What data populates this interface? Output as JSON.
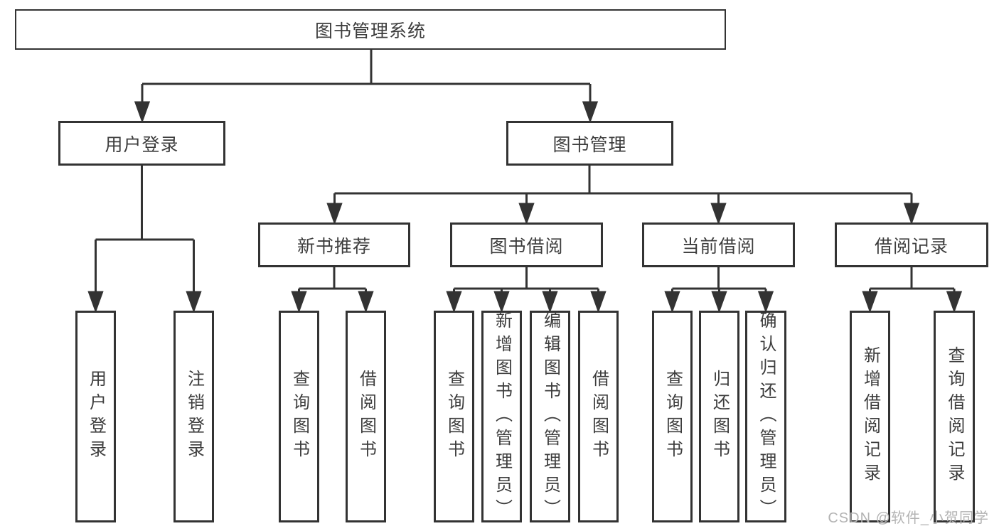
{
  "colors": {
    "line": "#333333",
    "box_border": "#333333",
    "text": "#3d3d3d",
    "watermark": "#b3b3b3",
    "background": "#ffffff"
  },
  "tree": {
    "root": {
      "label": "图书管理系统"
    },
    "children": [
      {
        "label": "用户登录",
        "children": [
          {
            "label": "用户登录"
          },
          {
            "label": "注销登录"
          }
        ]
      },
      {
        "label": "图书管理",
        "children": [
          {
            "label": "新书推荐",
            "children": [
              {
                "label": "查询图书"
              },
              {
                "label": "借阅图书"
              }
            ]
          },
          {
            "label": "图书借阅",
            "children": [
              {
                "label": "查询图书"
              },
              {
                "label": "新增图书（管理员）"
              },
              {
                "label": "编辑图书（管理员）"
              },
              {
                "label": "借阅图书"
              }
            ]
          },
          {
            "label": "当前借阅",
            "children": [
              {
                "label": "查询图书"
              },
              {
                "label": "归还图书"
              },
              {
                "label": "确认归还（管理员）"
              }
            ]
          },
          {
            "label": "借阅记录",
            "children": [
              {
                "label": "新增借阅记录"
              },
              {
                "label": "查询借阅记录"
              }
            ]
          }
        ]
      }
    ]
  },
  "watermark": {
    "text": "CSDN @软件_小贺同学"
  }
}
